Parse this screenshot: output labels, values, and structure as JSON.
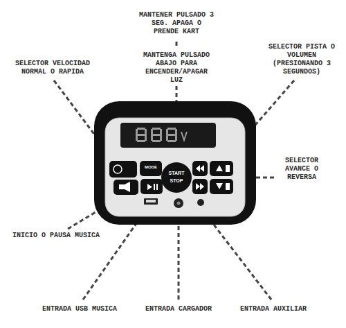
{
  "diagram": {
    "labels": [
      "MANTENER PULSADO 3 SEG. APAGA O PRENDE KART",
      "MANTENGA PULSADO ABAJO PARA ENCENDER/APAGAR LUZ",
      "SELECTOR VELOCIDAD NORMAL O RAPIDA",
      "SELECTOR PISTA O VOLUMEN (PRESIONANDO 3 SEGUNDOS)",
      "SELECTOR AVANCE O REVERSA",
      "INICIO O PAUSA MUSICA",
      "ENTRADA USB MUSICA",
      "ENTRADA CARGADOR",
      "ENTRADA AUXILIAR",
      "START",
      "STOP",
      "MODE"
    ]
  }
}
